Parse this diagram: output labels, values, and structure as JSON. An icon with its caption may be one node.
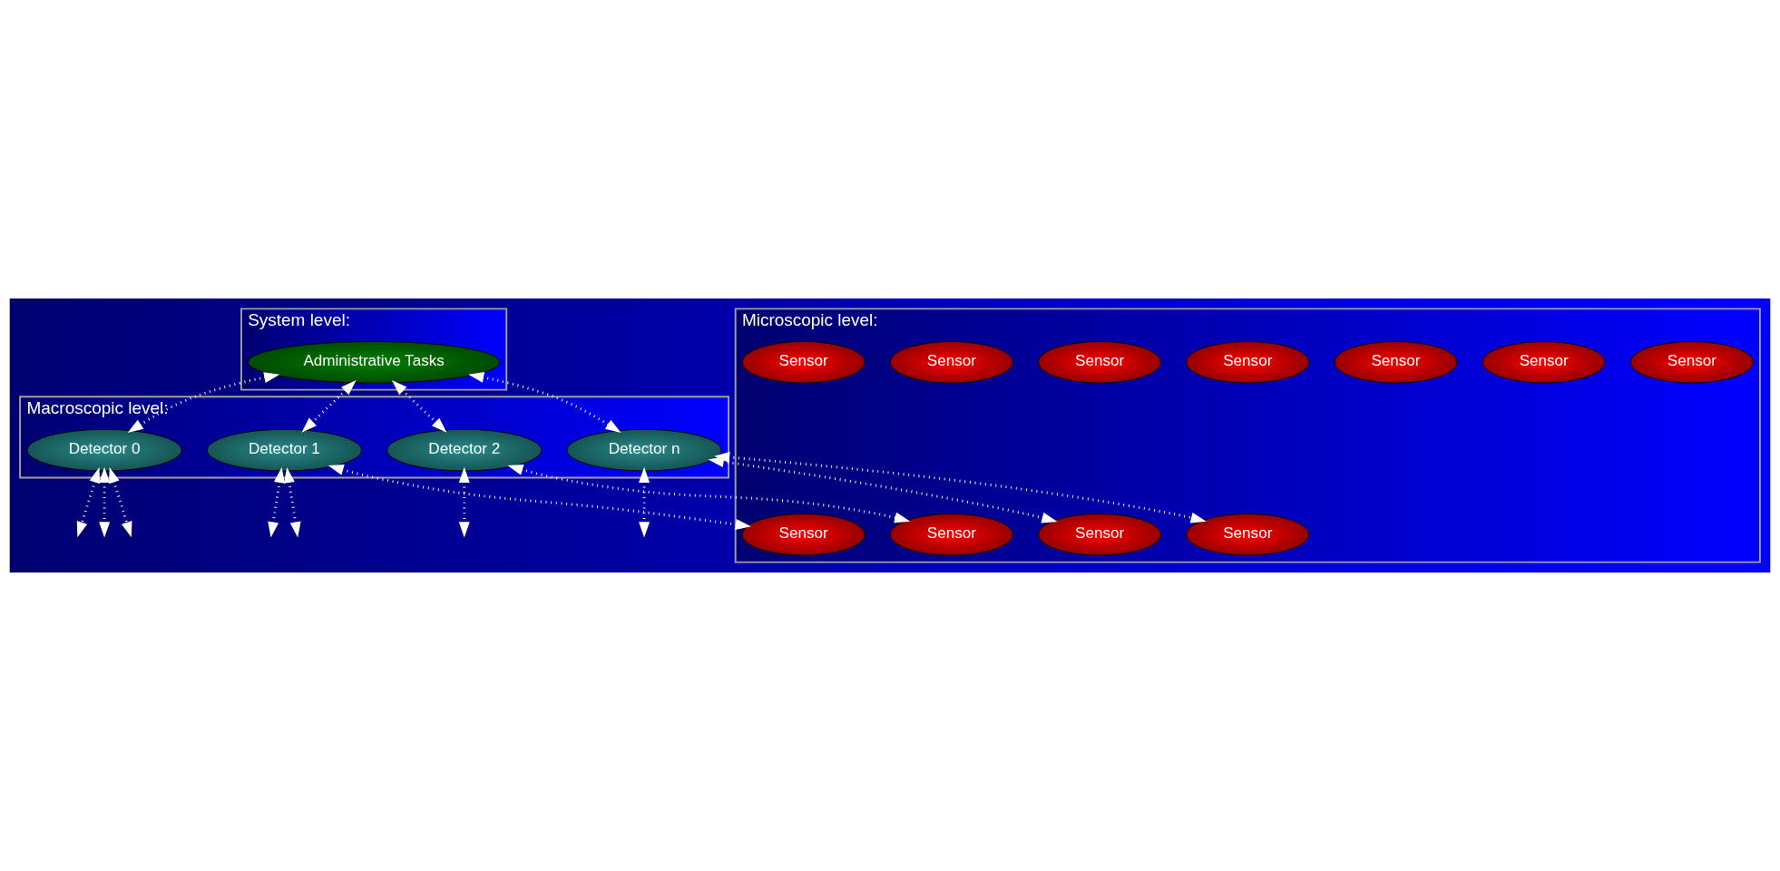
{
  "diagram": {
    "nodes": [
      {
        "text": [
          "System level:"
        ]
      },
      {
        "text": [
          "Administrative Tasks"
        ],
        "in": 0
      },
      {
        "text": [
          "Macroscopic level:"
        ]
      },
      {
        "text": [
          "Detector 0"
        ],
        "in": 2
      },
      {
        "text": [
          "Detector 1"
        ],
        "in": 2
      },
      {
        "text": [
          "Detector 2"
        ],
        "in": 2
      },
      {
        "text": [
          "Detector n"
        ],
        "in": 2
      },
      {
        "text": [
          "Microscopic level:"
        ]
      },
      {
        "text": [
          "Sensor"
        ],
        "in": 7
      },
      {
        "text": [
          "Sensor"
        ],
        "in": 7
      },
      {
        "text": [
          "Sensor"
        ],
        "in": 7
      },
      {
        "text": [
          "Sensor"
        ],
        "in": 7
      },
      {
        "text": [
          "Sensor"
        ],
        "in": 7
      },
      {
        "text": [
          "Sensor"
        ],
        "in": 7
      },
      {
        "text": [
          "Sensor"
        ],
        "in": 7
      },
      {
        "text": [
          "Sensor"
        ],
        "in": 7
      },
      {
        "text": [
          "Sensor"
        ],
        "in": 7
      },
      {
        "text": [
          "Sensor"
        ],
        "in": 7
      },
      {
        "text": [
          "Sensor"
        ],
        "in": 7
      }
    ],
    "edges": [
      {
        "from": 1,
        "to": 3,
        "arrow": "both"
      },
      {
        "from": 1,
        "to": 4,
        "arrow": "both"
      },
      {
        "from": 1,
        "to": 5,
        "arrow": "both"
      },
      {
        "from": 1,
        "to": 6,
        "arrow": "both"
      },
      {
        "from": 3,
        "to": null,
        "arrow": "both"
      },
      {
        "from": 3,
        "to": null,
        "arrow": "both"
      },
      {
        "from": 3,
        "to": null,
        "arrow": "both"
      },
      {
        "from": 4,
        "to": null,
        "arrow": "both"
      },
      {
        "from": 4,
        "to": null,
        "arrow": "both"
      },
      {
        "from": 4,
        "to": 16,
        "arrow": "both"
      },
      {
        "from": 5,
        "to": 9,
        "arrow": "both"
      },
      {
        "from": 5,
        "to": null,
        "arrow": "both"
      },
      {
        "from": 6,
        "to": null,
        "arrow": "both"
      },
      {
        "from": 6,
        "to": 8,
        "arrow": "both"
      },
      {
        "from": 6,
        "to": 14,
        "arrow": "both"
      }
    ]
  }
}
